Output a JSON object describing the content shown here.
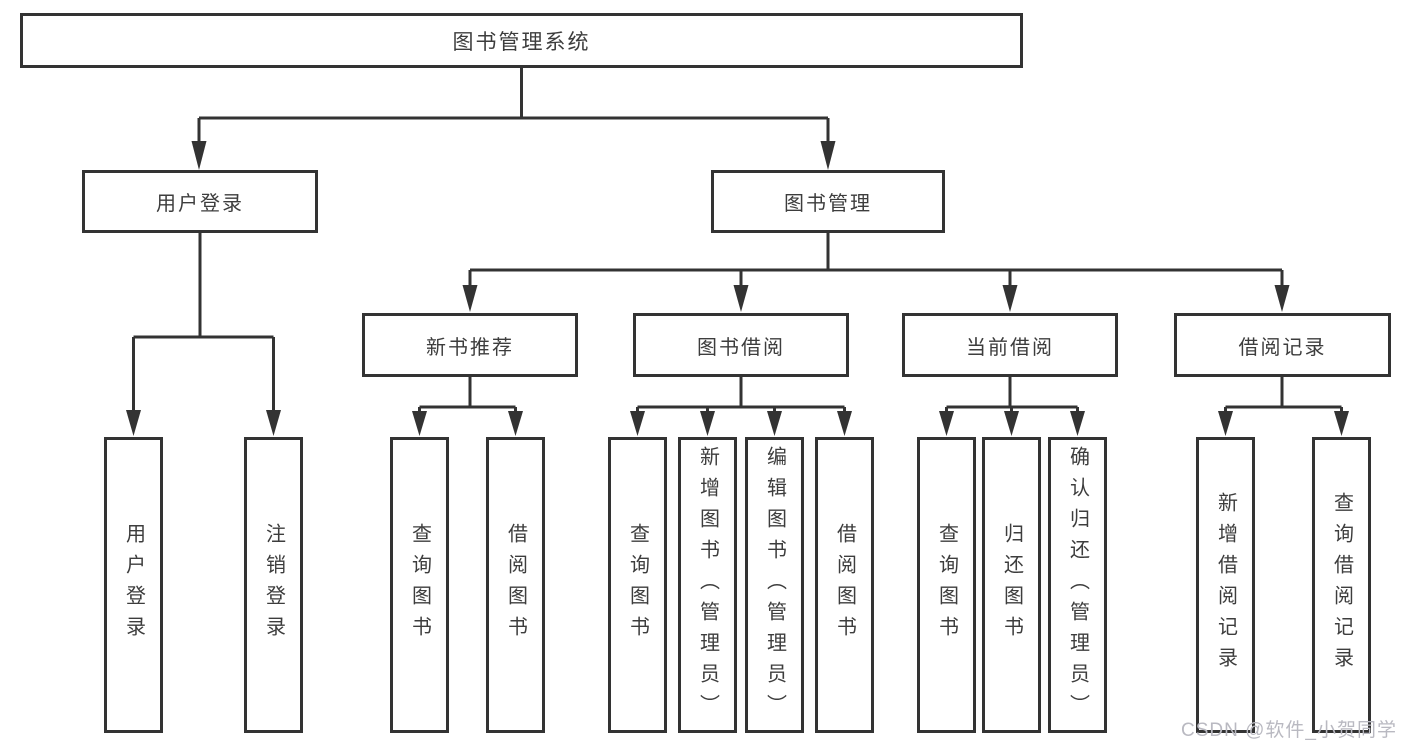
{
  "tree": {
    "label": "图书管理系统",
    "children": [
      {
        "label": "用户登录",
        "children": [
          {
            "label": "用户登录"
          },
          {
            "label": "注销登录"
          }
        ]
      },
      {
        "label": "图书管理",
        "children": [
          {
            "label": "新书推荐",
            "children": [
              {
                "label": "查询图书"
              },
              {
                "label": "借阅图书"
              }
            ]
          },
          {
            "label": "图书借阅",
            "children": [
              {
                "label": "查询图书"
              },
              {
                "label": "新增图书（管理员）"
              },
              {
                "label": "编辑图书（管理员）"
              },
              {
                "label": "借阅图书"
              }
            ]
          },
          {
            "label": "当前借阅",
            "children": [
              {
                "label": "查询图书"
              },
              {
                "label": "归还图书"
              },
              {
                "label": "确认归还（管理员）"
              }
            ]
          },
          {
            "label": "借阅记录",
            "children": [
              {
                "label": "新增借阅记录"
              },
              {
                "label": "查询借阅记录"
              }
            ]
          }
        ]
      }
    ]
  },
  "watermark": "CSDN @软件_小贺同学",
  "colors": {
    "line": "#333333",
    "text": "#3d3d3d",
    "watermark": "#b9b9c1",
    "background": "#ffffff"
  }
}
